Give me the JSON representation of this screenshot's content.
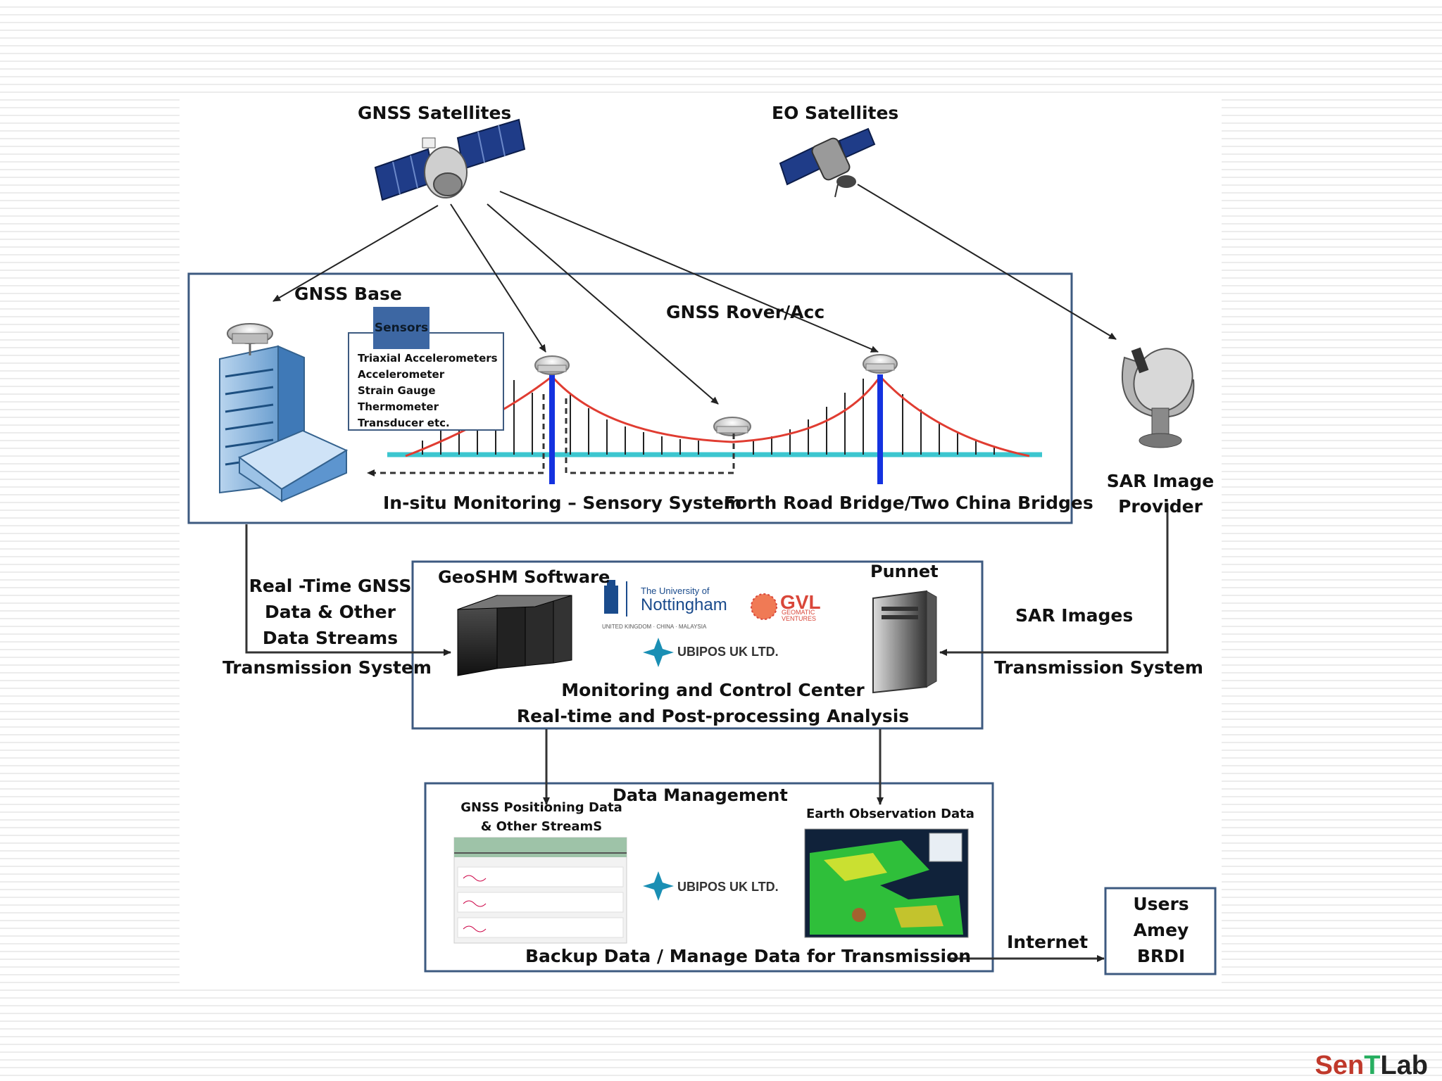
{
  "satellites": {
    "gnss_label": "GNSS Satellites",
    "eo_label": "EO Satellites"
  },
  "field_system": {
    "gnss_base_label": "GNSS Base",
    "rover_label": "GNSS Rover/Acc",
    "sensors_header": "Sensors",
    "sensors_items": [
      "Triaxial Accelerometers",
      "Accelerometer",
      "Strain Gauge",
      "Thermometer",
      "Transducer  etc."
    ],
    "insitu_label": "In-situ Monitoring – Sensory System",
    "bridge_label": "Forth Road Bridge/Two China Bridges"
  },
  "sar": {
    "provider_line1": "SAR Image",
    "provider_line2": "Provider",
    "images_label": "SAR Images",
    "transmission_label": "Transmission System"
  },
  "left_link": {
    "line1": "Real -Time GNSS",
    "line2": "Data & Other",
    "line3": "Data Streams",
    "transmission_label": "Transmission System"
  },
  "control_center": {
    "software_label": "GeoSHM Software",
    "punnet_label": "Punnet",
    "title_line1": "Monitoring and Control Center",
    "title_line2": "Real-time and Post-processing Analysis",
    "nottingham_small": "The University of",
    "nottingham_big": "Nottingham",
    "nottingham_sub": "UNITED KINGDOM · CHINA · MALAYSIA",
    "gvl_big": "GVL",
    "gvl_sub1": "GEOMATIC",
    "gvl_sub2": "VENTURES",
    "ubipos": "UBIPOS UK LTD."
  },
  "data_management": {
    "title": "Data Management",
    "gnss_line1": "GNSS Positioning Data",
    "gnss_line2": "& Other StreamS",
    "eo_label": "Earth Observation Data",
    "ubipos": "UBIPOS UK LTD.",
    "backup_label": "Backup Data / Manage Data for Transmission"
  },
  "users": {
    "internet_label": "Internet",
    "items": [
      "Users",
      "Amey",
      "BRDI"
    ]
  },
  "watermark": {
    "part1": "Sen",
    "part2": "T",
    "part3": "Lab"
  },
  "colors": {
    "box_border": "#3d5a80",
    "cable": "#e03c31",
    "deck": "#3cc6cf",
    "tower": "#1432e0",
    "watermark_s": "#c0392b",
    "watermark_t": "#27ae60"
  }
}
